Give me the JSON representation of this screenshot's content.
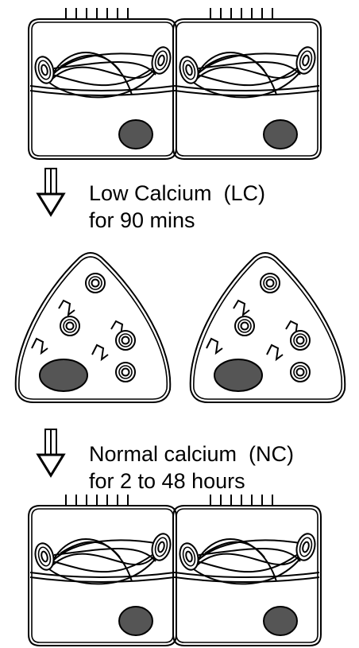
{
  "colors": {
    "outline": "#000000",
    "background": "#ffffff",
    "nucleus": "#555555"
  },
  "steps": [
    {
      "line1": "Low Calcium  (LC)",
      "line2": "for 90 mins"
    },
    {
      "line1": "Normal calcium  (NC)",
      "line2": "for 2 to 48 hours"
    }
  ],
  "stages": [
    {
      "state": "polarized",
      "cells": 2,
      "microvilli": true,
      "desmosome_rings": 2,
      "nucleus_icon": "nucleus"
    },
    {
      "state": "rounded",
      "cells": 2,
      "microvilli": false,
      "desmosome_rings": 4,
      "nucleus_icon": "nucleus"
    },
    {
      "state": "polarized",
      "cells": 2,
      "microvilli": true,
      "desmosome_rings": 2,
      "nucleus_icon": "nucleus"
    }
  ]
}
